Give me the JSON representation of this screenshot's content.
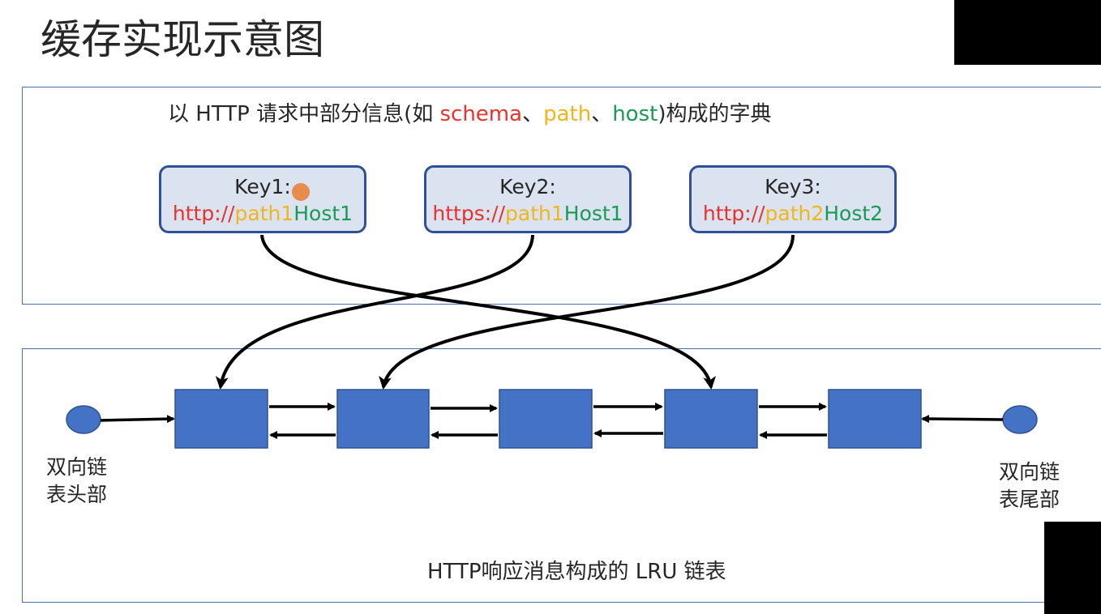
{
  "title": "缓存实现示意图",
  "dictionary": {
    "caption_prefix": "以 HTTP 请求中部分信息(如 ",
    "caption_schema": "schema",
    "caption_sep1": "、",
    "caption_path": "path",
    "caption_sep2": "、",
    "caption_host": "host",
    "caption_suffix": ")构成的字典",
    "keys": [
      {
        "label": "Key1:",
        "scheme": "http://",
        "path": "path1",
        "host": "Host1"
      },
      {
        "label": "Key2:",
        "scheme": "https://",
        "path": "path1",
        "host": "Host1"
      },
      {
        "label": "Key3:",
        "scheme": "http://",
        "path": "path2",
        "host": "Host2"
      }
    ]
  },
  "linked_list": {
    "head_label_line1": "双向链",
    "head_label_line2": "表头部",
    "tail_label_line1": "双向链",
    "tail_label_line2": "表尾部",
    "caption": "HTTP响应消息构成的 LRU 链表",
    "node_count": 5
  },
  "colors": {
    "schema": "#e8332b",
    "path": "#f2b51c",
    "host": "#1a9a55",
    "node_fill": "#4472c4",
    "key_box_fill": "#dbe3f1",
    "key_box_border": "#2f4f96",
    "panel_border": "#4a6fb5"
  }
}
